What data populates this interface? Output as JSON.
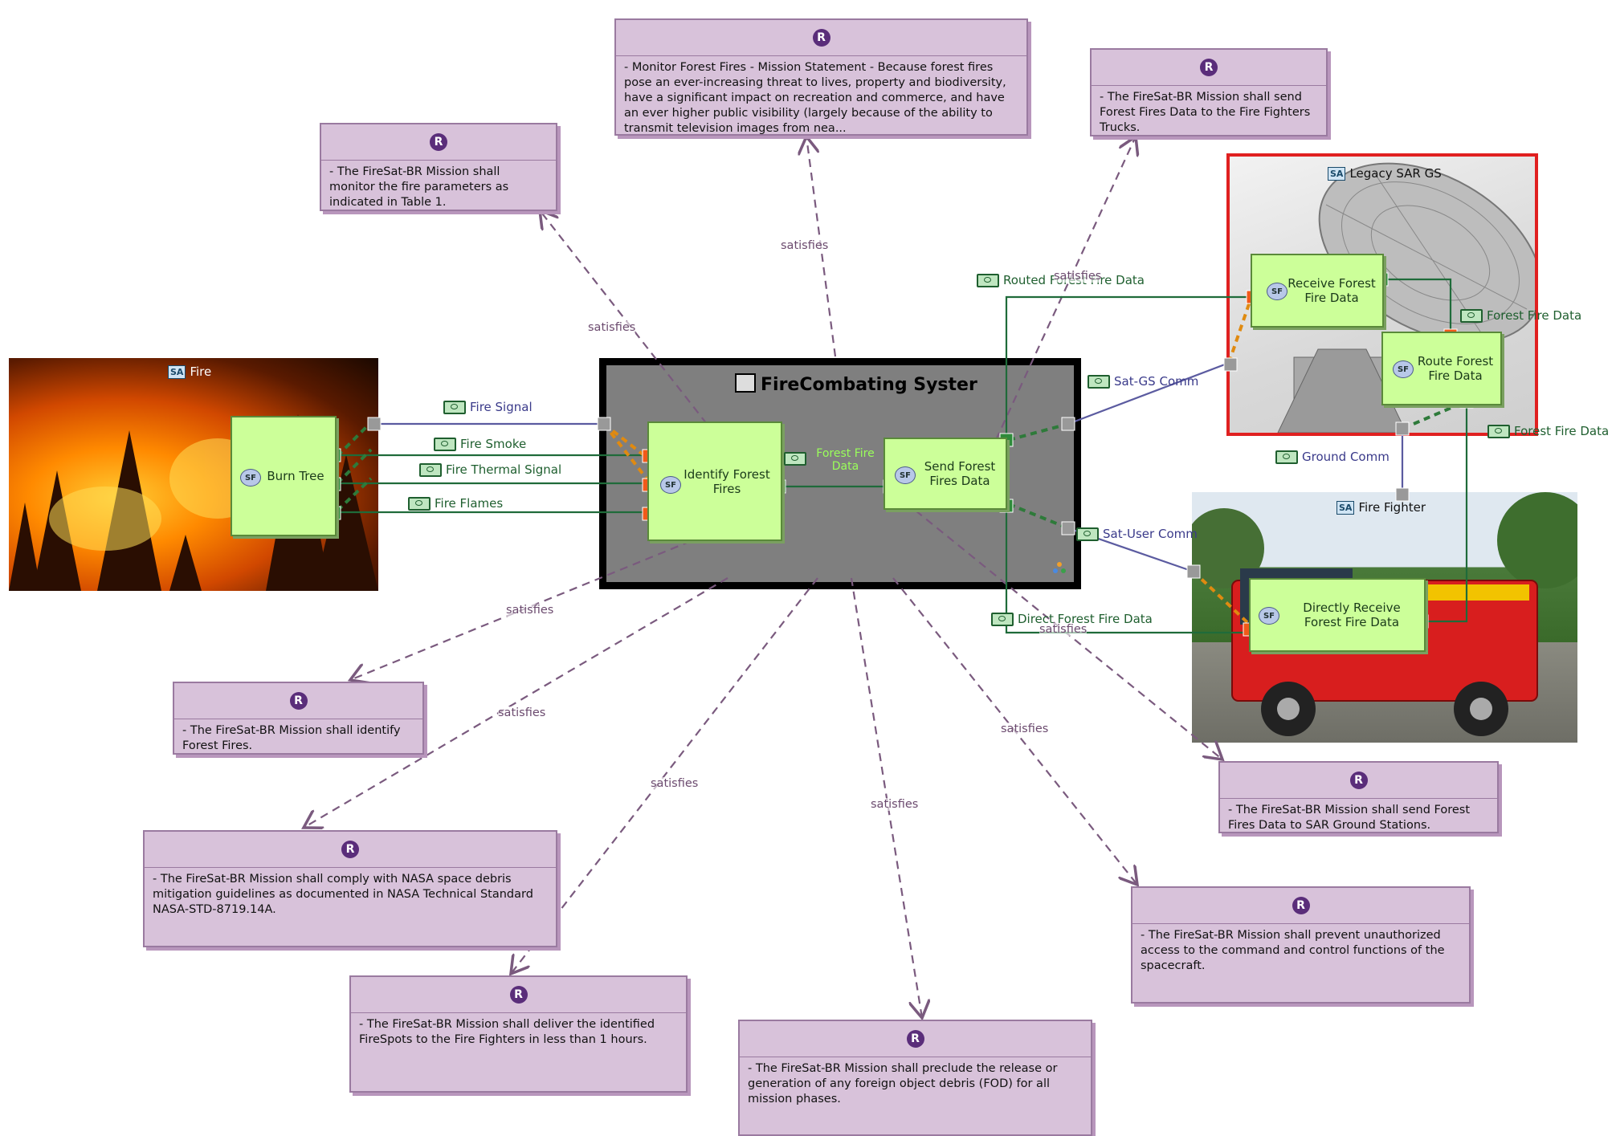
{
  "requirements": {
    "r_fire_params": {
      "icon": "R",
      "text": "- The FireSat-BR Mission shall monitor the fire parameters as indicated in Table 1."
    },
    "r_mission_statement": {
      "icon": "R",
      "text": "- Monitor Forest Fires - Mission Statement - Because forest fires pose an ever-increasing threat to lives, property and biodiversity, have a significant impact on recreation and commerce, and have an ever higher public visibility (largely because of the ability to transmit television images from nea..."
    },
    "r_send_trucks": {
      "icon": "R",
      "text": "- The FireSat-BR Mission shall send Forest Fires Data to the Fire Fighters Trucks."
    },
    "r_identify": {
      "icon": "R",
      "text": "- The FireSat-BR Mission shall identify Forest Fires."
    },
    "r_nasa_debris": {
      "icon": "R",
      "text": "- The FireSat-BR Mission shall comply with NASA space debris mitigation guidelines as documented in NASA Technical Standard NASA-STD-8719.14A."
    },
    "r_deliver": {
      "icon": "R",
      "text": "- The FireSat-BR Mission shall deliver the identified FireSpots to the Fire Fighters in less than 1 hours."
    },
    "r_fod": {
      "icon": "R",
      "text": "- The FireSat-BR Mission shall preclude the release or generation of any foreign object debris (FOD) for all mission phases."
    },
    "r_unauthorized": {
      "icon": "R",
      "text": "- The FireSat-BR Mission shall prevent unauthorized access to the command and control functions of the spacecraft."
    },
    "r_sar_gs": {
      "icon": "R",
      "text": "- The FireSat-BR Mission shall send Forest Fires Data to SAR Ground Stations."
    }
  },
  "system": {
    "title": "FireCombating Syster",
    "functions": {
      "identify": "Identify Forest Fires",
      "send": "Send Forest Fires Data"
    },
    "internal_flow": "Forest Fire Data"
  },
  "fire": {
    "title": "Fire",
    "function": "Burn Tree"
  },
  "legacy_gs": {
    "title": "Legacy SAR GS",
    "receive": "Receive Forest Fire Data",
    "route": "Route Forest Fire Data"
  },
  "fire_fighter": {
    "title": "Fire Fighter",
    "receive": "Directly Receive Forest Fire Data"
  },
  "flows": {
    "fire_signal": "Fire Signal",
    "fire_smoke": "Fire Smoke",
    "fire_thermal": "Fire Thermal Signal",
    "fire_flames": "Fire Flames",
    "routed": "Routed Forest Fire Data",
    "forest_fire_data_1": "Forest Fire Data",
    "forest_fire_data_2": "Forest Fire Data",
    "sat_gs": "Sat-GS Comm",
    "ground_comm": "Ground Comm",
    "sat_user": "Sat-User Comm",
    "direct": "Direct Forest Fire Data"
  },
  "relation_label": "satisfies",
  "stereotypes": {
    "requirement": "R",
    "function": "SF",
    "system_actor": "SA"
  },
  "colors": {
    "requirement_fill": "#d8c2da",
    "function_fill": "#ccff99",
    "flow_line": "#1f6b3a",
    "comm_line": "#5b5ba0",
    "satisfies_line": "#7a5a7e",
    "highlight_border": "#e02020",
    "system_fill": "#7f7f7f"
  }
}
